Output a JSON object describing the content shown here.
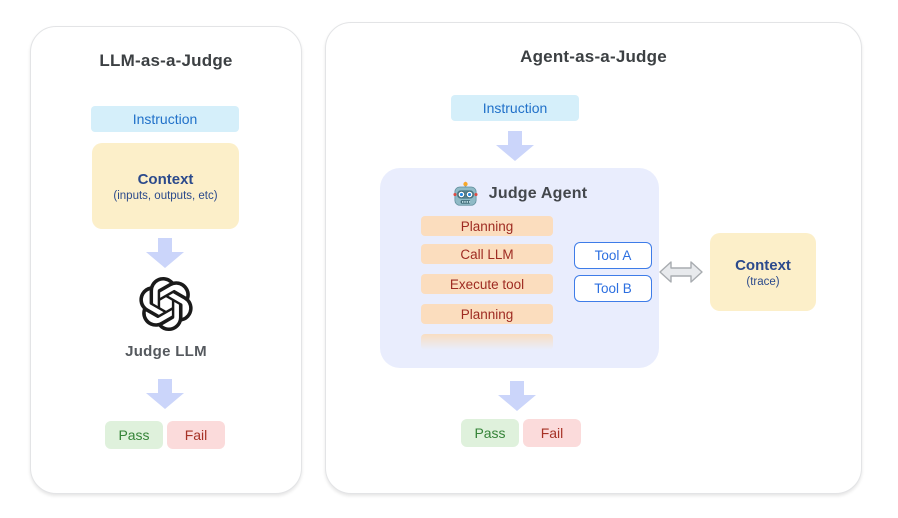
{
  "panels": {
    "left": {
      "title": "LLM-as-a-Judge",
      "instruction_label": "Instruction",
      "context": {
        "title": "Context",
        "subtitle": "(inputs, outputs, etc)"
      },
      "judge_label": "Judge LLM",
      "pass_label": "Pass",
      "fail_label": "Fail"
    },
    "right": {
      "title": "Agent-as-a-Judge",
      "instruction_label": "Instruction",
      "agent_label": "Judge Agent",
      "steps": [
        "Planning",
        "Call LLM",
        "Execute tool",
        "Planning"
      ],
      "tools": [
        "Tool A",
        "Tool B"
      ],
      "context": {
        "title": "Context",
        "subtitle": "(trace)"
      },
      "pass_label": "Pass",
      "fail_label": "Fail"
    }
  },
  "icons": {
    "openai_logo": "openai-knot",
    "judge_agent_icon": "robot-head-emoji",
    "flow_arrow": "thick-down-arrow",
    "exchange_arrow": "double-headed-horizontal-arrow"
  },
  "colors": {
    "instruction_bg": "#D5EFFA",
    "instruction_text": "#2171C9",
    "context_bg": "#FCEFC9",
    "context_text": "#2B4A8C",
    "flow_arrow": "#CBD5FA",
    "agent_panel_bg": "#E9EDFD",
    "step_bg": "#FBDDBE",
    "step_text": "#9E2B22",
    "tool_border": "#3E7CE8",
    "tool_text": "#2C6FE0",
    "exchange_arrow_fill": "#E8EAED",
    "exchange_arrow_stroke": "#A8ACB0",
    "pass_bg": "#DFF1DC",
    "pass_text": "#358438",
    "fail_bg": "#FBDBDB",
    "fail_text": "#A63226",
    "title_text": "#3C4043",
    "judge_label_text": "#55595E",
    "openai_logo": "#1A1A1A"
  }
}
